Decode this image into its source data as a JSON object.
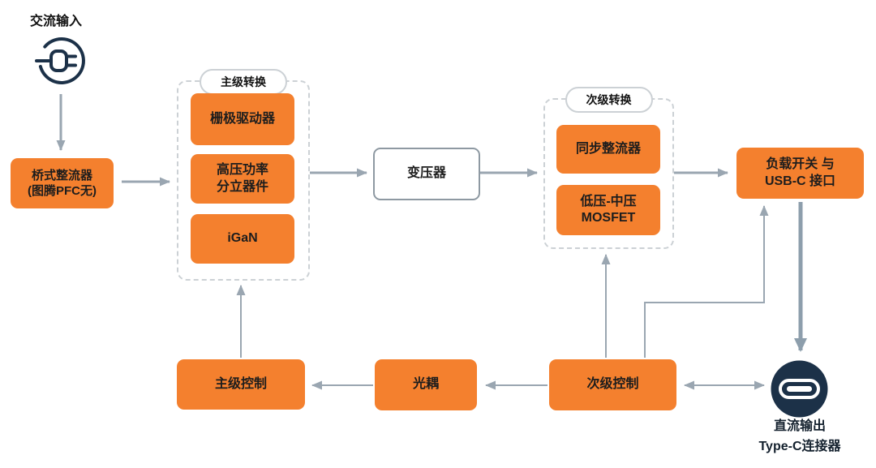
{
  "colors": {
    "block-orange": "#F4802E",
    "icon-navy": "#1C3148",
    "arrow-gray": "#9AA6B1",
    "arrow-dark": "#8D9EAC",
    "border-gray": "#CCD1D5",
    "box-border": "#8E99A2",
    "text-dark": "#1C1C1C"
  },
  "nodes": {
    "ac_input": {
      "label": "交流输入",
      "icon": "plug-circle-icon"
    },
    "bridge": {
      "line1": "桥式整流器",
      "line2": "(图腾PFC无)"
    },
    "primary_group": {
      "label": "主级转换",
      "blocks": [
        {
          "line1": "栅极驱动器",
          "line2": ""
        },
        {
          "line1": "高压功率",
          "line2": "分立器件"
        },
        {
          "line1": "iGaN",
          "line2": ""
        }
      ]
    },
    "transformer": {
      "label": "变压器"
    },
    "secondary_group": {
      "label": "次级转换",
      "blocks": [
        {
          "line1": "同步整流器",
          "line2": ""
        },
        {
          "line1": "低压-中压",
          "line2": "MOSFET"
        }
      ]
    },
    "load_switch": {
      "line1": "负载开关 与",
      "line2": "USB-C 接口"
    },
    "primary_control": {
      "label": "主级控制"
    },
    "optocoupler": {
      "label": "光耦"
    },
    "secondary_control": {
      "label": "次级控制"
    },
    "dc_output": {
      "line1": "直流输出",
      "line2": "Type-C连接器",
      "icon": "usb-c-connector-icon"
    }
  }
}
